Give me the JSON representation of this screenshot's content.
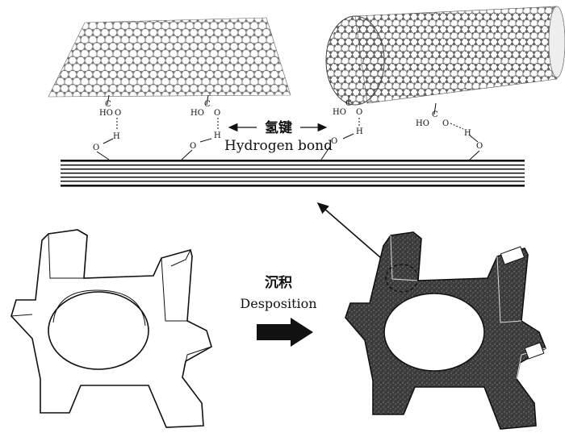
{
  "labels": {
    "hbond_cn": "氢键",
    "hbond_en": "Hydrogen bond",
    "deposit_cn": "沉积",
    "deposit_en": "Desposition"
  },
  "chem": {
    "HO": "HO",
    "O": "O",
    "H": "H",
    "C": "C"
  },
  "colors": {
    "ink": "#111111",
    "atom": "#6a6a6a",
    "coated": "#3a3a3a"
  },
  "icons": [
    "graphene-sheet-icon",
    "carbon-nanotube-icon",
    "double-arrow-icon",
    "right-arrow-icon",
    "pointer-arrow-icon"
  ]
}
